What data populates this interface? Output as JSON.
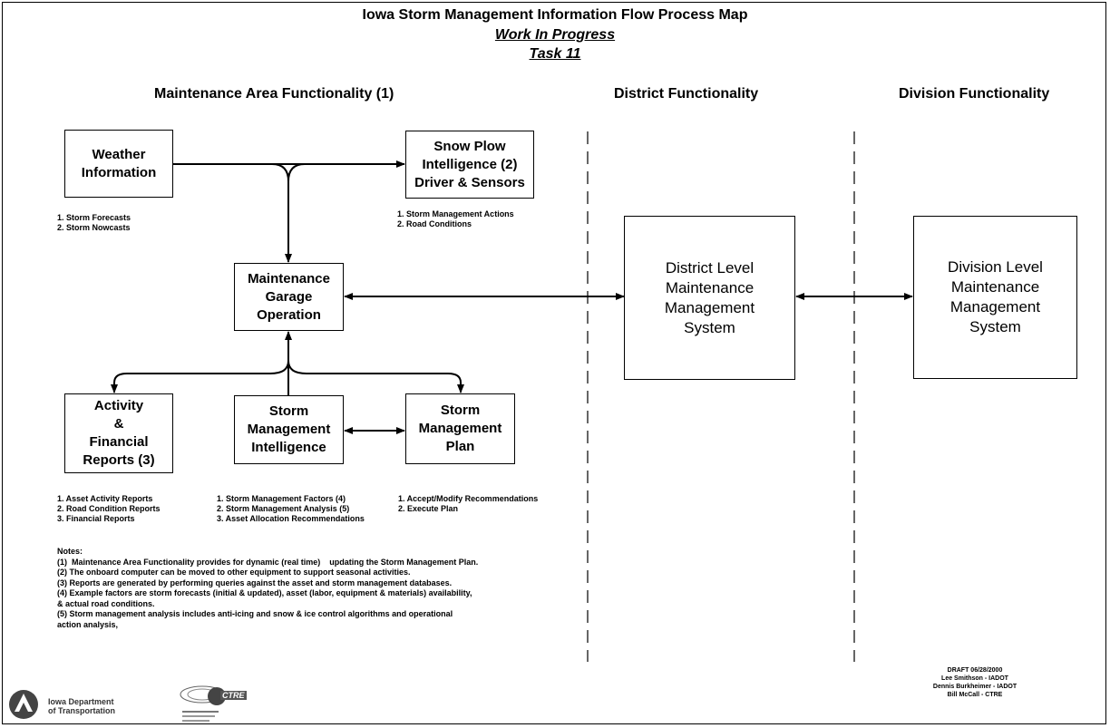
{
  "header": {
    "title": "Iowa Storm Management Information Flow Process Map",
    "subtitle1": "Work In Progress",
    "subtitle2": "Task 11"
  },
  "columns": {
    "maintenance": "Maintenance Area Functionality (1)",
    "district": "District Functionality",
    "division": "Division Functionality"
  },
  "boxes": {
    "weather": [
      "Weather",
      "Information"
    ],
    "snowplow": [
      "Snow Plow",
      "Intelligence (2)",
      "Driver & Sensors"
    ],
    "garage": [
      "Maintenance",
      "Garage",
      "Operation"
    ],
    "activity": [
      "Activity",
      "&",
      "Financial",
      "Reports (3)"
    ],
    "intelligence": [
      "Storm",
      "Management",
      "Intelligence"
    ],
    "plan": [
      "Storm",
      "Management",
      "Plan"
    ],
    "district": [
      "District Level",
      "Maintenance",
      "Management",
      "System"
    ],
    "division": [
      "Division Level",
      "Maintenance",
      "Management",
      "System"
    ]
  },
  "lists": {
    "weather": [
      "1.  Storm Forecasts",
      "2.  Storm Nowcasts"
    ],
    "snowplow": [
      "1.  Storm Management Actions",
      "2.  Road Conditions"
    ],
    "activity": [
      "1.  Asset Activity Reports",
      "2.  Road Condition Reports",
      "3.  Financial Reports"
    ],
    "intelligence": [
      "1.  Storm Management Factors (4)",
      "2.  Storm Management Analysis (5)",
      "3.  Asset Allocation Recommendations"
    ],
    "plan": [
      "1.  Accept/Modify Recommendations",
      "2.  Execute Plan"
    ]
  },
  "notes": [
    "Notes:",
    "(1)  Maintenance Area Functionality provides for dynamic (real time)    updating the Storm Management Plan.",
    "(2)  The onboard computer can be moved to other equipment to support seasonal activities.",
    "(3)  Reports are generated by performing queries against the asset and storm management databases.",
    "(4)  Example factors are storm forecasts (initial & updated), asset (labor, equipment & materials) availability,",
    "& actual road conditions.",
    "(5)  Storm management analysis includes anti-icing and snow & ice control algorithms and operational",
    "action analysis,"
  ],
  "draft": [
    "DRAFT 06/28/2000",
    "Lee Smithson - IADOT",
    "Dennis Burkheimer - IADOT",
    "Bill McCall - CTRE"
  ],
  "logos": {
    "iowa_dot": [
      "Iowa Department",
      "of Transportation"
    ],
    "ctre": "CTRE"
  },
  "colors": {
    "line": "#000000",
    "background": "#ffffff"
  }
}
